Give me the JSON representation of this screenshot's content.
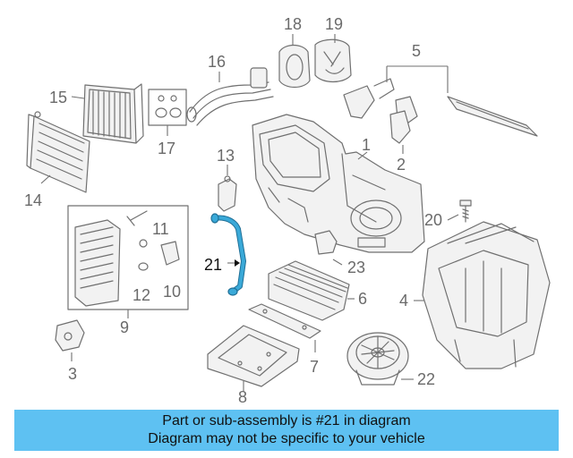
{
  "labels": {
    "p1": "1",
    "p2": "2",
    "p3": "3",
    "p4": "4",
    "p5": "5",
    "p6": "6",
    "p7": "7",
    "p8": "8",
    "p9": "9",
    "p10": "10",
    "p11": "11",
    "p12": "12",
    "p13": "13",
    "p14": "14",
    "p15": "15",
    "p16": "16",
    "p17": "17",
    "p18": "18",
    "p19": "19",
    "p20": "20",
    "p21": "21",
    "p22": "22",
    "p23": "23"
  },
  "colors": {
    "caption_bg": "#5ec1f2",
    "highlight": "#3aa9d8",
    "line": "#707070"
  },
  "caption": {
    "line1": "Part or sub-assembly is #21 in diagram",
    "line2": "Diagram may not be specific to your vehicle"
  }
}
